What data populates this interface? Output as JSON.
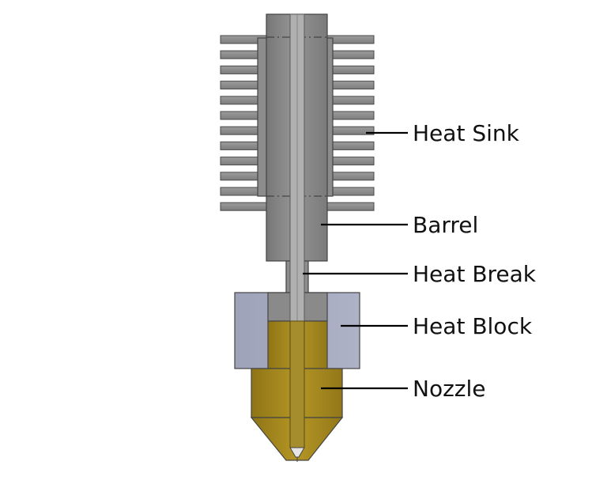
{
  "labels": {
    "heat_sink": "Heat Sink",
    "barrel": "Barrel",
    "heat_break": "Heat Break",
    "heat_block": "Heat Block",
    "nozzle": "Nozzle"
  },
  "colors": {
    "steel": "#8a8a8a",
    "steel_light": "#a3a3a3",
    "steel_dark": "#6a6a6a",
    "aluminum_block": "#a3a8bf",
    "brass": "#a98a1e",
    "brass_light": "#c4a22e",
    "brass_dark": "#8a7014",
    "filament_bore": "#b3b3b3",
    "line": "#000000"
  },
  "heat_sink_fin_count": 12
}
